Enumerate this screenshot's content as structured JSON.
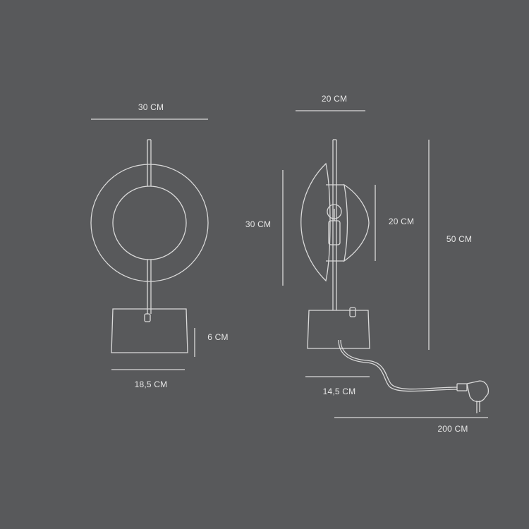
{
  "colors": {
    "background": "#58595b",
    "line": "#d9d9d9",
    "text": "#e6e6e6"
  },
  "front_view": {
    "width_label": "30 CM",
    "base_width_label": "18,5 CM",
    "base_height_label": "6 CM"
  },
  "side_view": {
    "width_label": "20 CM",
    "shade_height_label": "30 CM",
    "inner_shade_label": "20 CM",
    "total_height_label": "50 CM",
    "base_width_label": "14,5 CM",
    "cable_length_label": "200 CM"
  }
}
